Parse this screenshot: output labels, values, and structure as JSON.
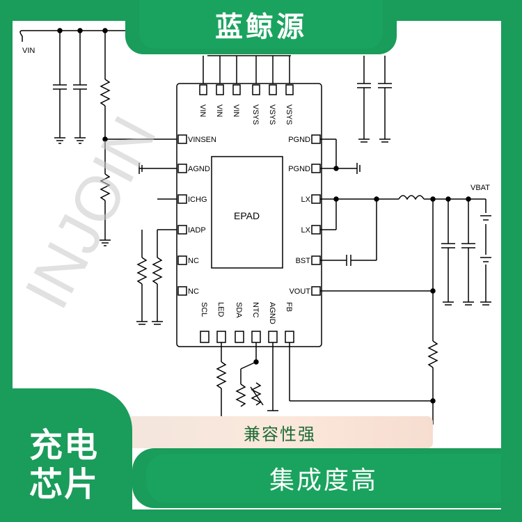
{
  "brand": {
    "name": "蓝鲸源"
  },
  "watermark": {
    "text": "INJOIN"
  },
  "badges": {
    "corner_line1": "充电",
    "corner_line2": "芯片",
    "feature_top": "兼容性强",
    "feature_bottom": "集成度高"
  },
  "colors": {
    "brand_green": "#1a9c5a",
    "pill_peach": "#fbe8dc",
    "line_black": "#000000"
  },
  "schematic": {
    "chip_center_label": "EPAD",
    "net_labels": {
      "vin": "VIN",
      "vbat": "VBAT"
    },
    "top_pins": [
      "VIN",
      "VIN",
      "VIN",
      "VSYS",
      "VSYS",
      "VSYS"
    ],
    "left_pins": [
      "VINSEN",
      "AGND",
      "ICHG",
      "IADP",
      "NC",
      "NC"
    ],
    "right_pins": [
      "PGND",
      "PGND",
      "LX",
      "LX",
      "BST",
      "VOUT"
    ],
    "bottom_pins": [
      "SCL",
      "LED",
      "SDA",
      "NTC",
      "AGND",
      "FB"
    ]
  }
}
